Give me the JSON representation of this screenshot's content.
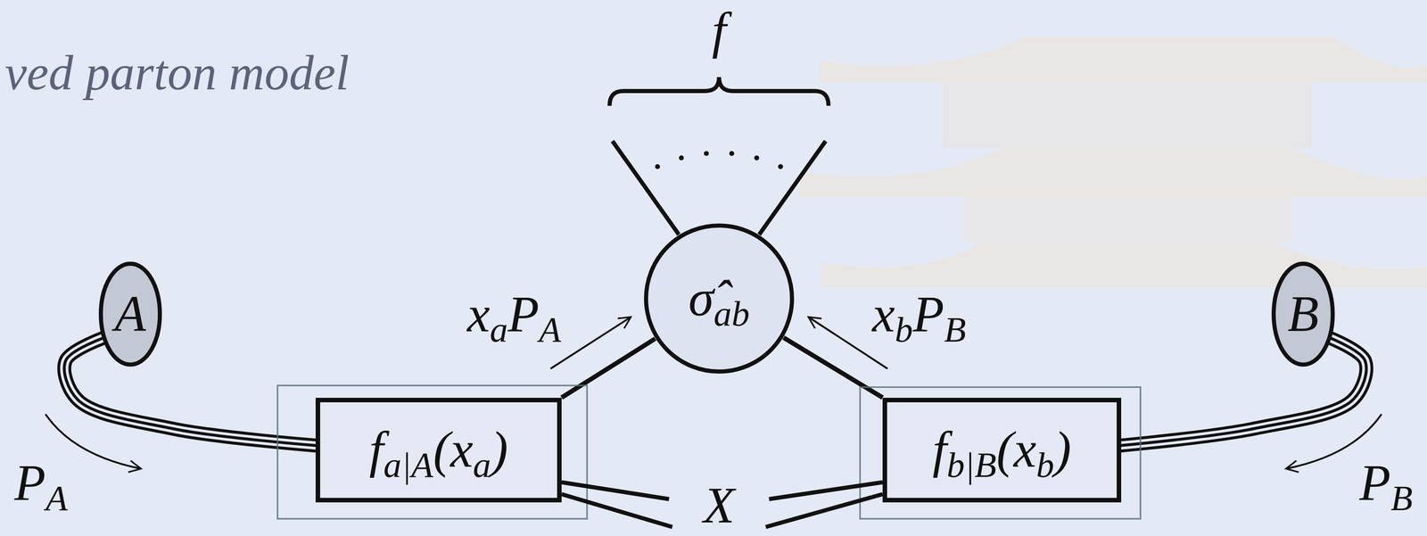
{
  "diagram": {
    "title": "ved parton model",
    "nodes": [
      {
        "text": [
          "A"
        ]
      },
      {
        "text": [
          "fa|A(xa)"
        ]
      },
      {
        "text": [
          "σ̂ab"
        ]
      },
      {
        "text": [
          "fb|B(xb)"
        ]
      },
      {
        "text": [
          "B"
        ]
      }
    ],
    "edges": [
      {
        "from": 0,
        "to": 1,
        "arrow": "none"
      },
      {
        "from": 1,
        "to": 2,
        "arrow": "none"
      },
      {
        "from": 3,
        "to": 2,
        "arrow": "none"
      },
      {
        "from": 4,
        "to": 3,
        "arrow": "none"
      }
    ],
    "labels": [
      "f",
      "xaPA",
      "xbPB",
      "PA",
      "X",
      "PB"
    ]
  }
}
